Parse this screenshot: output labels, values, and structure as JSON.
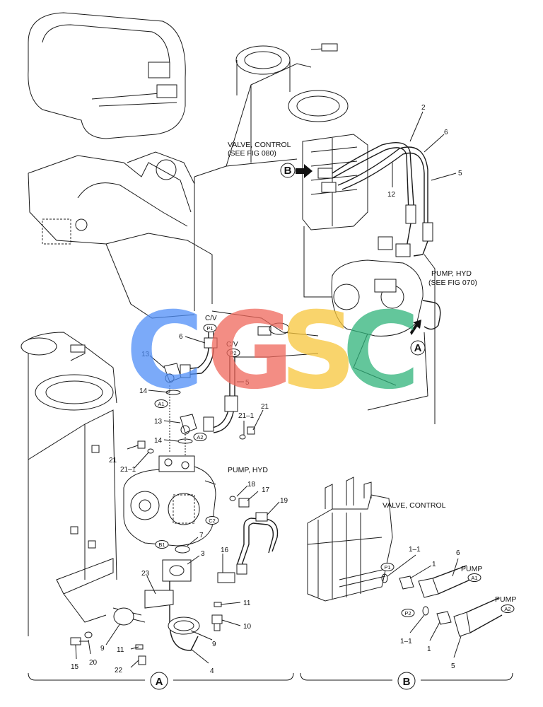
{
  "labels": {
    "valve_control_top": "VALVE, CONTROL",
    "see_fig_080": "(SEE FIG 080)",
    "pump_hyd_right": "PUMP, HYD",
    "see_fig_070": "(SEE FIG 070)",
    "pump_hyd_mid": "PUMP, HYD",
    "valve_control_b": "VALVE, CONTROL",
    "pump_1": "PUMP",
    "pump_2": "PUMP",
    "cv_1": "C/V",
    "cv_2": "C/V"
  },
  "ovals": {
    "p1": "P1",
    "p2": "P2",
    "a1": "A1",
    "a2": "A2",
    "b1": "B1",
    "c2": "C2",
    "b_p1": "P1",
    "b_p2": "P2",
    "b_a1": "A1",
    "b_a2": "A2"
  },
  "view_markers": {
    "a": "A",
    "b": "B"
  },
  "parts": {
    "n2": "2",
    "n6a": "6",
    "n5a": "5",
    "n12": "12",
    "n6b": "6",
    "n13a": "13",
    "n14a": "14",
    "n5b": "5",
    "n13b": "13",
    "n14b": "14",
    "n21a": "21",
    "n211a": "21–1",
    "n21b": "21",
    "n211b": "21–1",
    "n18": "18",
    "n17": "17",
    "n19": "19",
    "n7": "7",
    "n3": "3",
    "n16": "16",
    "n23": "23",
    "n11a": "11",
    "n10": "10",
    "n9a": "9",
    "n9b": "9",
    "n11b": "11",
    "n15": "15",
    "n20": "20",
    "n22": "22",
    "n4": "4",
    "n11c": "1–1",
    "n1a": "1",
    "n6c": "6",
    "n11d": "1–1",
    "n1b": "1",
    "n5c": "5"
  },
  "watermark": {
    "letters": [
      "C",
      "G",
      "S",
      "C"
    ],
    "colors": [
      "#4f8ef7",
      "#f0685c",
      "#f8c63c",
      "#2fb37a"
    ]
  }
}
